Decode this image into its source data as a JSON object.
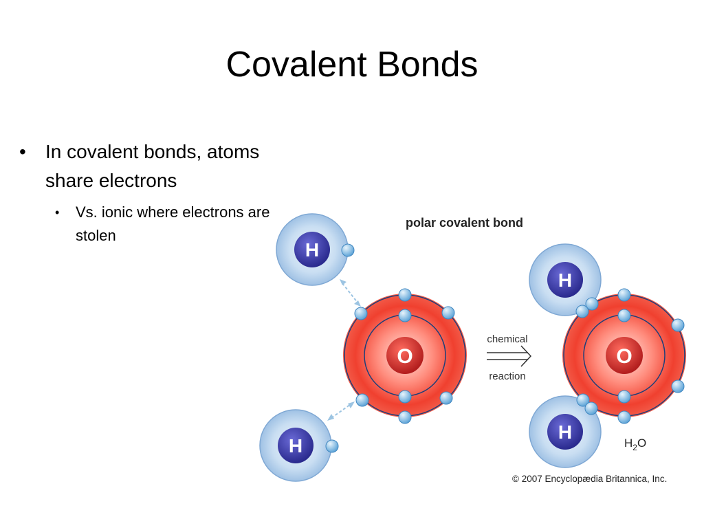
{
  "title": "Covalent Bonds",
  "bullets": {
    "main": "In covalent bonds, atoms share electrons",
    "sub": "Vs. ionic where electrons are stolen"
  },
  "diagram": {
    "heading": "polar covalent bond",
    "arrow_top": "chemical",
    "arrow_bottom": "reaction",
    "hydrogen_label": "H",
    "oxygen_label": "O",
    "formula_main": "H",
    "formula_sub": "2",
    "formula_end": "O",
    "copyright": "© 2007 Encyclopædia Britannica, Inc.",
    "colors": {
      "hydrogen_nucleus": "#3a3aa8",
      "hydrogen_shell": "#b9d5ee",
      "oxygen_shell": "#ee3a2c",
      "oxygen_nucleus": "#c62828",
      "electron": "#8ec4ea"
    }
  }
}
